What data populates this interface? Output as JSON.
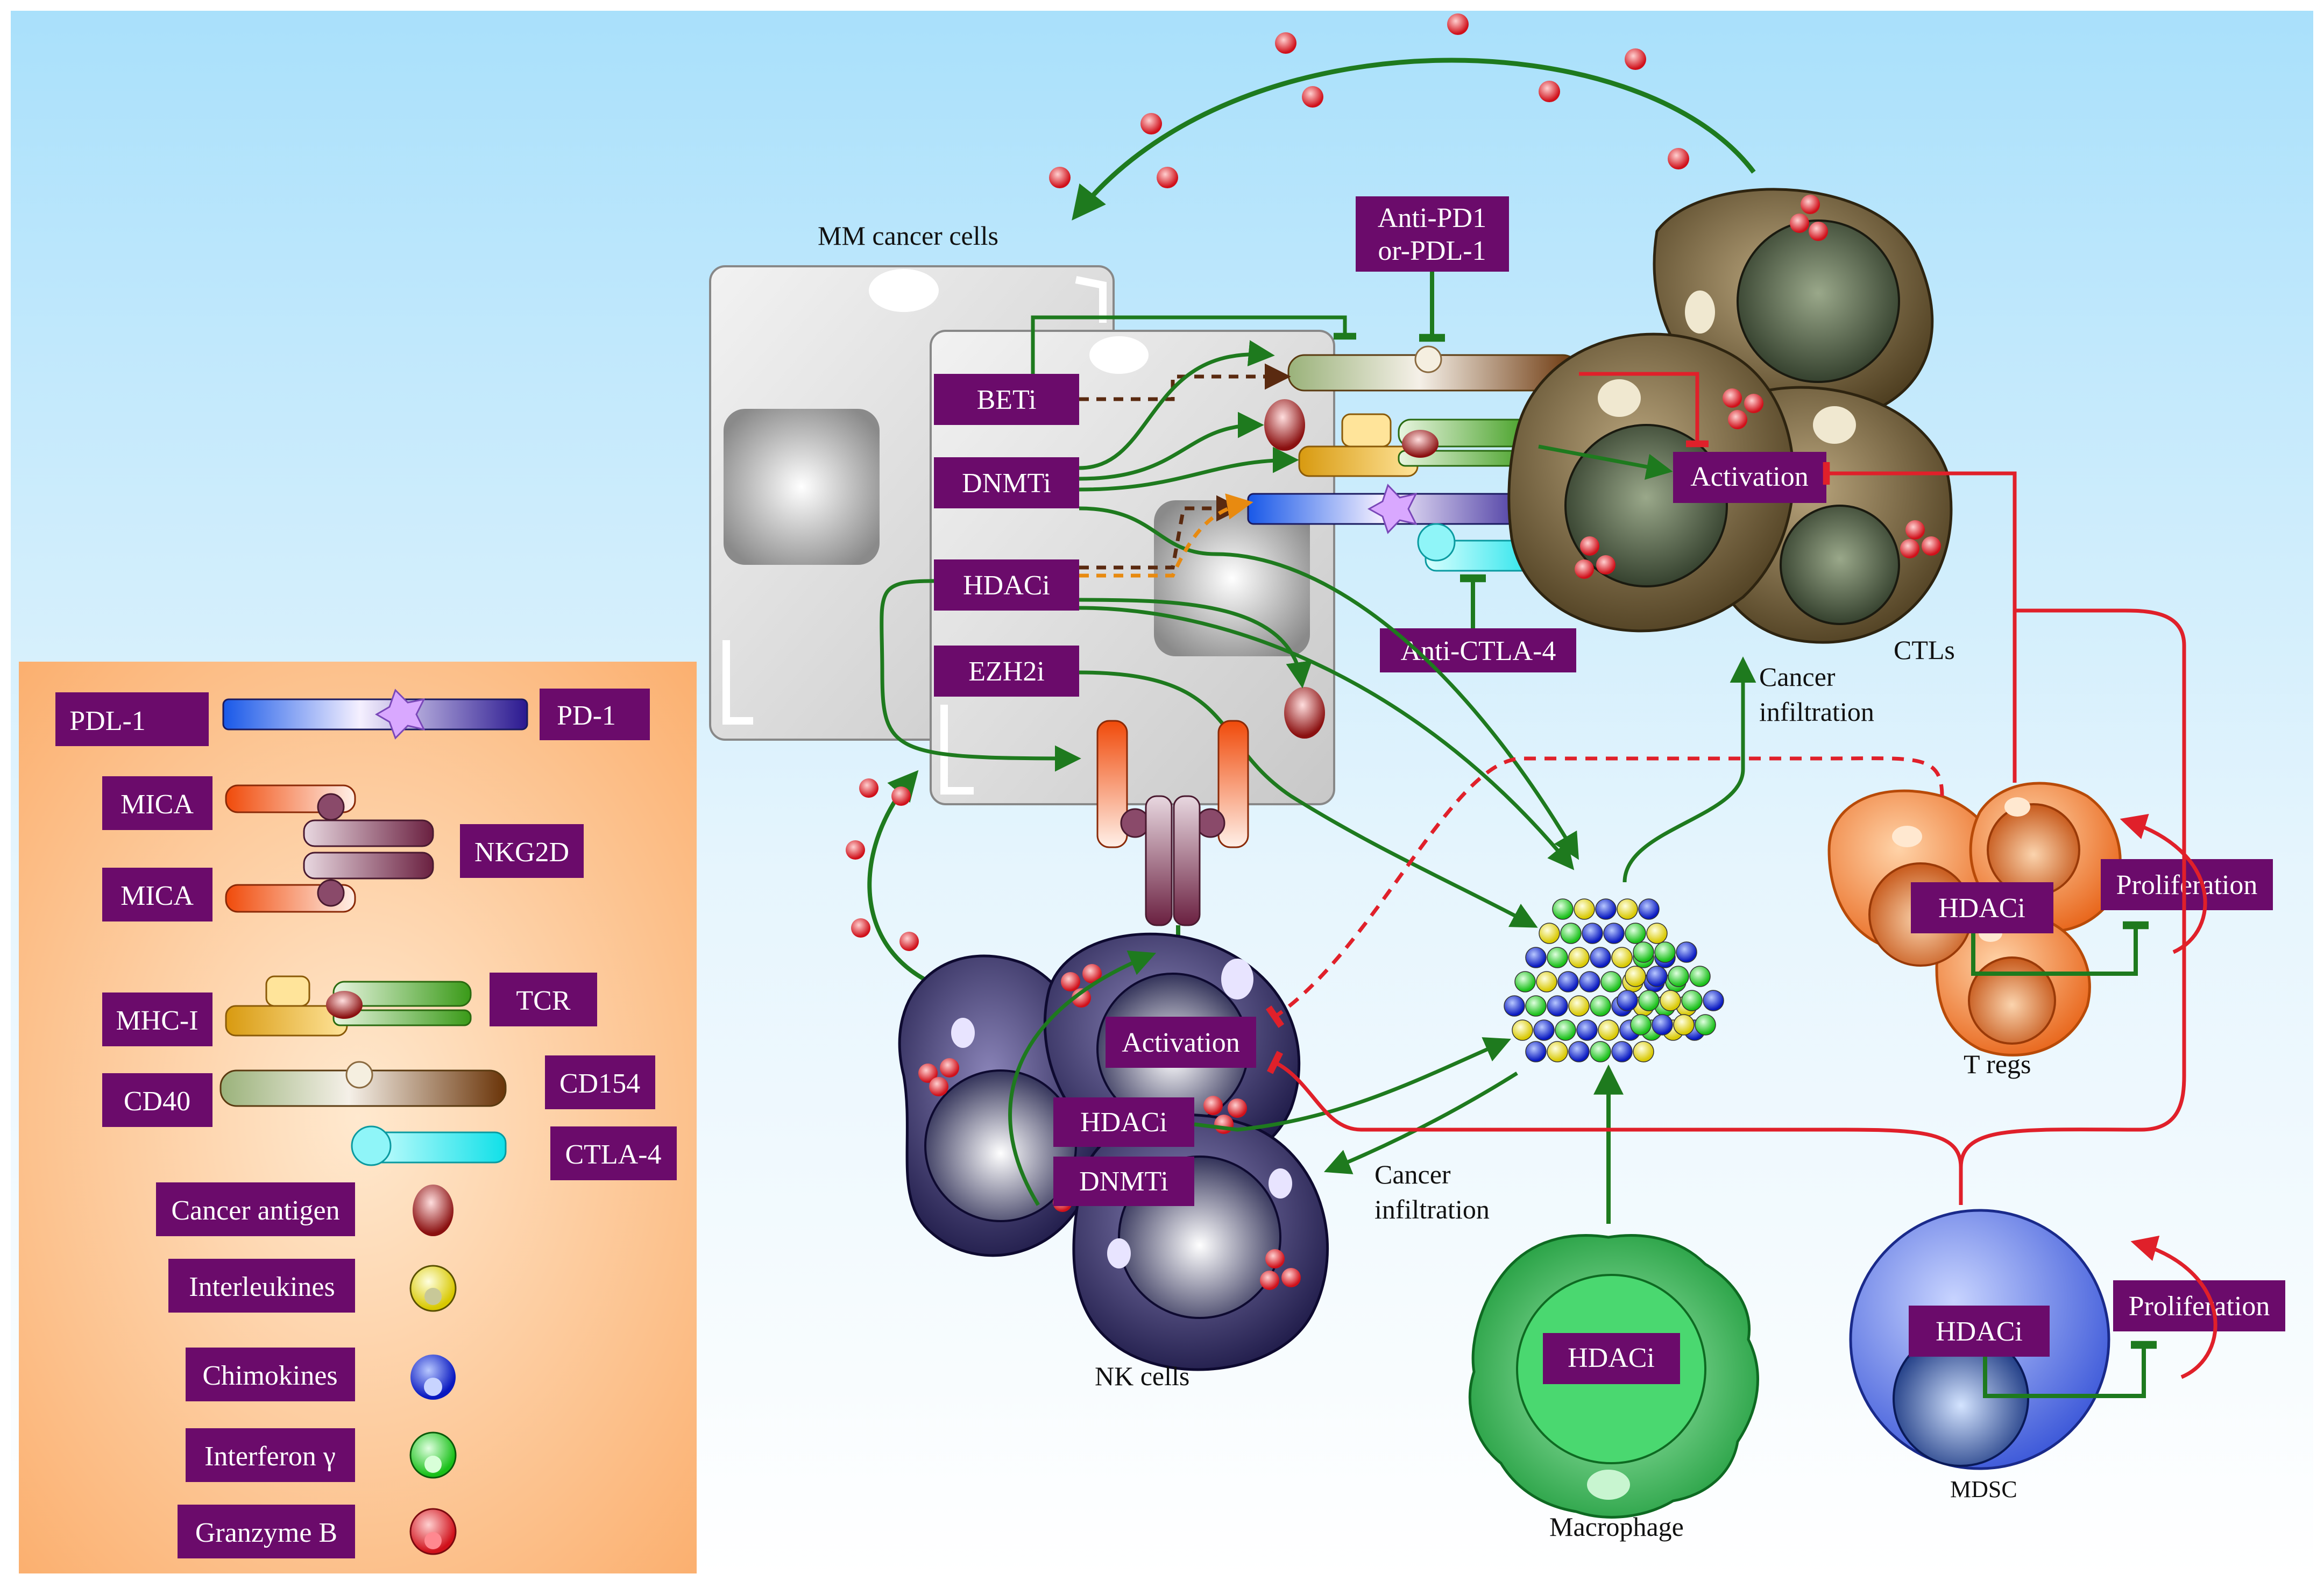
{
  "labels": {
    "mm_cancer_cells": "MM cancer cells",
    "ctls": "CTLs",
    "nk_cells": "NK cells",
    "t_regs": "T regs",
    "macrophage": "Macrophage",
    "mdsc": "MDSC",
    "cancer_infiltration_top_1": "Cancer",
    "cancer_infiltration_top_2": "infiltration",
    "cancer_infiltration_bottom_1": "Cancer",
    "cancer_infiltration_bottom_2": "infiltration"
  },
  "drug_boxes": {
    "beti": "BETi",
    "dnmti": "DNMTi",
    "hdaci_cancer": "HDACi",
    "ezh2i": "EZH2i",
    "anti_pd1_line1": "Anti-PD1",
    "anti_pd1_line2": "or-PDL-1",
    "anti_ctla4": "Anti-CTLA-4",
    "activation_ctl": "Activation",
    "activation_nk": "Activation",
    "hdaci_nk": "HDACi",
    "dnmti_nk": "DNMTi",
    "hdaci_treg": "HDACi",
    "proliferation_treg": "Proliferation",
    "hdaci_macrophage": "HDACi",
    "hdaci_mdsc": "HDACi",
    "proliferation_mdsc": "Proliferation"
  },
  "legend": {
    "pdl1": "PDL-1",
    "pd1": "PD-1",
    "mica_top": "MICA",
    "mica_bottom": "MICA",
    "nkg2d": "NKG2D",
    "mhc1": "MHC-I",
    "tcr": "TCR",
    "cd40": "CD40",
    "cd154": "CD154",
    "ctla4": "CTLA-4",
    "cancer_antigen": "Cancer antigen",
    "interleukines": "Interleukines",
    "chimokines": "Chimokines",
    "interferon": "Interferon γ",
    "granzyme": "Granzyme B"
  },
  "colors": {
    "drug_box": "#6b0b6b",
    "activation_arrow": "#1e7a1e",
    "inhibition_arrow": "#e0202a",
    "legend_bg": "#fbb878",
    "background_top": "#a9e0fb"
  }
}
